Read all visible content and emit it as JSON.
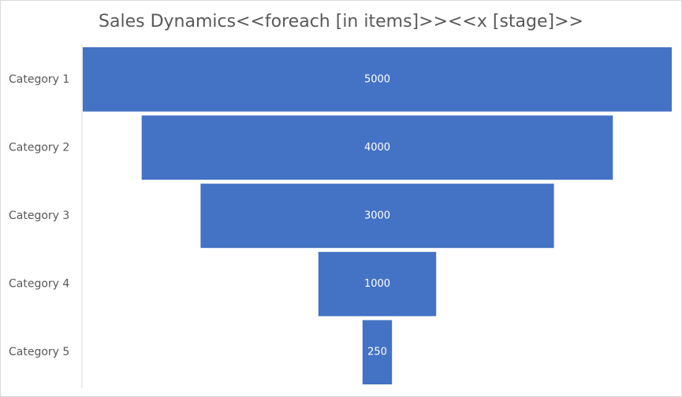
{
  "chart_data": {
    "type": "bar",
    "subtype": "funnel",
    "title": "Sales Dynamics<<foreach [in items]>><<x [stage]>>",
    "categories": [
      "Category 1",
      "Category 2",
      "Category 3",
      "Category 4",
      "Category 5"
    ],
    "values": [
      5000,
      4000,
      3000,
      1000,
      250
    ],
    "value_labels": [
      "5000",
      "4000",
      "3000",
      "1000",
      "250"
    ],
    "xlabel": "",
    "ylabel": "",
    "grid": false,
    "legend": "none",
    "colors": {
      "bar": "#4472c4",
      "axis": "#d9d9d9",
      "text": "#595959",
      "value_text": "#ffffff"
    }
  }
}
